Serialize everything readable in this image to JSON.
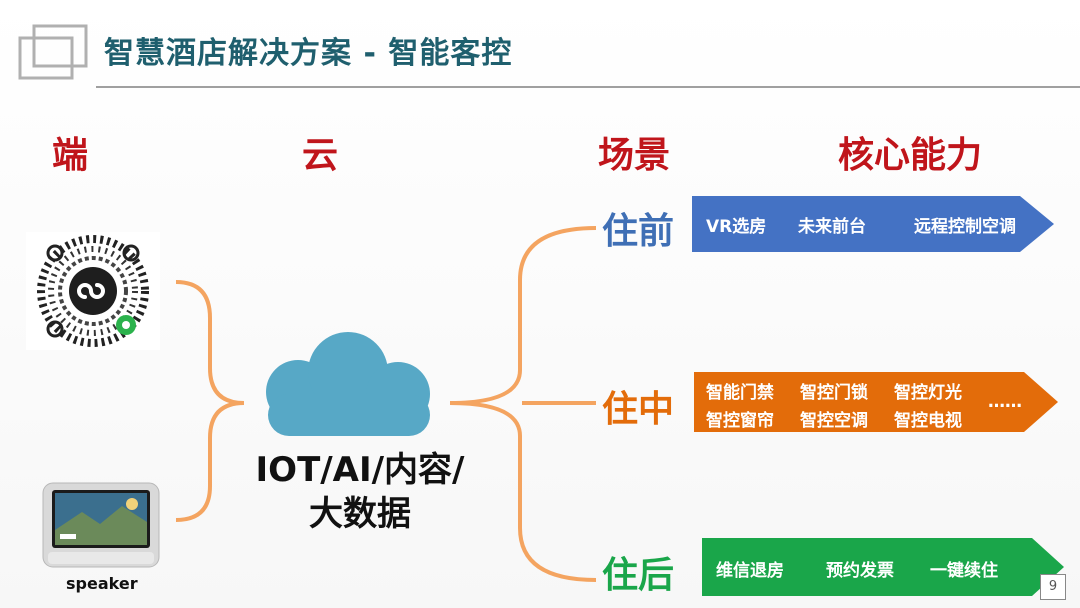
{
  "header": {
    "title": "智慧酒店解决方案 - 智能客控"
  },
  "columns": {
    "device": "端",
    "cloud": "云",
    "scene": "场景",
    "capability": "核心能力"
  },
  "cloud": {
    "line1": "IOT/AI/内容/",
    "line2": "大数据"
  },
  "devices": {
    "speaker_label": "speaker"
  },
  "scenes": [
    {
      "label": "住前",
      "color": "#3f6fb5",
      "items": [
        "VR选房",
        "未来前台",
        "远程控制空调"
      ]
    },
    {
      "label": "住中",
      "color": "#e36c0a",
      "items": [
        "智能门禁",
        "智控门锁",
        "智控灯光",
        "智控窗帘",
        "智控空调",
        "智控电视",
        "……"
      ]
    },
    {
      "label": "住后",
      "color": "#1aa64a",
      "items": [
        "维信退房",
        "预约发票",
        "一键续住"
      ]
    }
  ],
  "colors": {
    "title": "#1f5f6e",
    "heading_red": "#c0151b",
    "bracket_orange": "#f4a460",
    "cloud_blue": "#57a8c6"
  },
  "footer": {
    "page_number": "9"
  }
}
